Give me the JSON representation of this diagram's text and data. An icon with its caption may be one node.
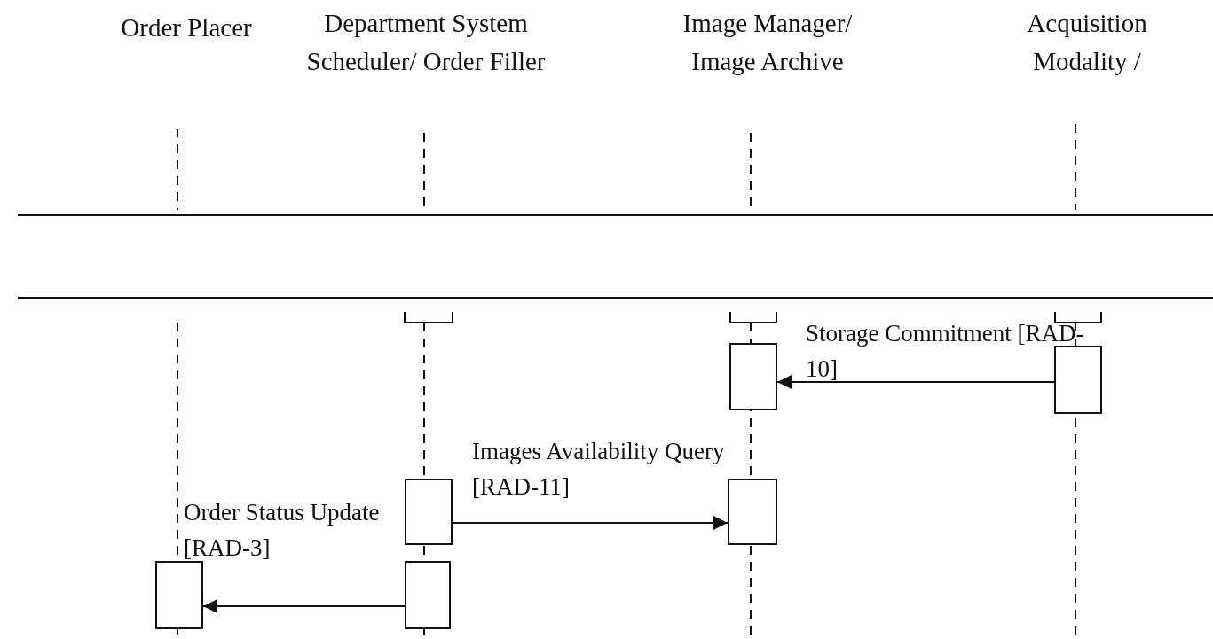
{
  "diagram": {
    "nodes": [
      {
        "text": [
          "Order Placer"
        ]
      },
      {
        "text": [
          "Department System Scheduler/ Order Filler"
        ]
      },
      {
        "text": [
          "Image Manager/ Image Archive"
        ]
      },
      {
        "text": [
          "Acquisition Modality /"
        ]
      },
      {
        "text": [],
        "shape": "box"
      },
      {
        "text": [],
        "shape": "box"
      },
      {
        "text": [],
        "shape": "box"
      },
      {
        "text": [],
        "shape": "box"
      },
      {
        "text": [],
        "shape": "box"
      },
      {
        "text": [],
        "shape": "box"
      },
      {
        "text": [],
        "shape": "box"
      },
      {
        "text": [],
        "shape": "box"
      },
      {
        "text": [],
        "shape": "box"
      }
    ],
    "edges": [
      {
        "from": 8,
        "to": 7,
        "arrow": "to",
        "label": "Storage Commitment [RAD-10]"
      },
      {
        "from": 9,
        "to": 10,
        "arrow": "to",
        "label": "Images Availability Query [RAD-11]"
      },
      {
        "from": 12,
        "to": 11,
        "arrow": "to",
        "label": "Order Status Update [RAD-3]"
      }
    ]
  }
}
